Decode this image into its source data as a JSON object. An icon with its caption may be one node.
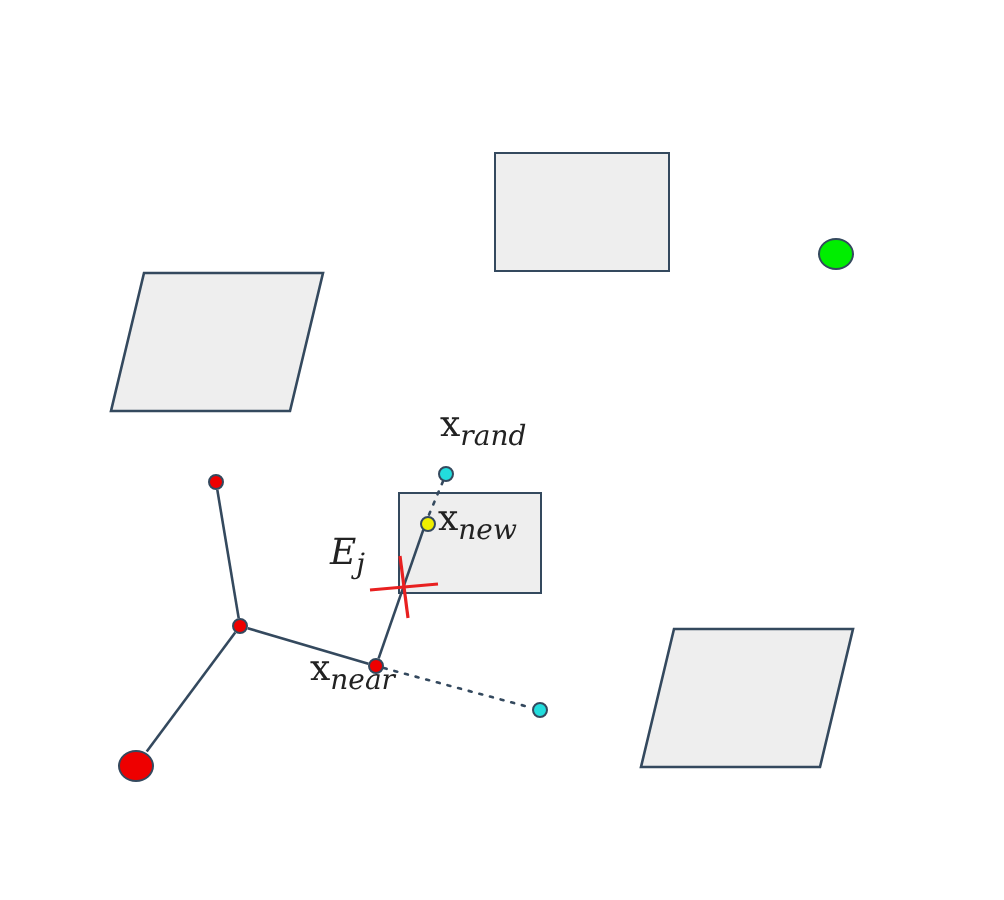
{
  "diagram": {
    "nodes": [
      {
        "text": [],
        "shape": "parallelogram"
      },
      {
        "text": [],
        "shape": "box"
      },
      {
        "text": [],
        "shape": "box"
      },
      {
        "text": [],
        "shape": "parallelogram"
      },
      {
        "text": [],
        "shape": "circle"
      },
      {
        "text": [],
        "shape": "circle"
      },
      {
        "text": [],
        "shape": "circle"
      },
      {
        "text": [],
        "shape": "circle",
        "beside": [
          "x$_{near}$"
        ]
      },
      {
        "text": [],
        "shape": "circle",
        "beside": [
          "x$_{rand}$"
        ]
      },
      {
        "text": [],
        "shape": "circle",
        "in": 2,
        "beside": [
          "x$_{new}$"
        ]
      },
      {
        "text": [],
        "shape": "circle"
      },
      {
        "text": [],
        "shape": "circle"
      }
    ],
    "edges": [
      {
        "from": 11,
        "to": 6,
        "arrow": "none"
      },
      {
        "from": 6,
        "to": 5,
        "arrow": "none"
      },
      {
        "from": 6,
        "to": 7,
        "arrow": "none"
      },
      {
        "from": 7,
        "to": 9,
        "arrow": "none"
      },
      {
        "from": 7,
        "to": 10,
        "arrow": "none",
        "style": "dashed"
      },
      {
        "from": 9,
        "to": 8,
        "arrow": "none",
        "style": "dashed"
      }
    ],
    "labels": [
      "E$_{j}$"
    ]
  }
}
